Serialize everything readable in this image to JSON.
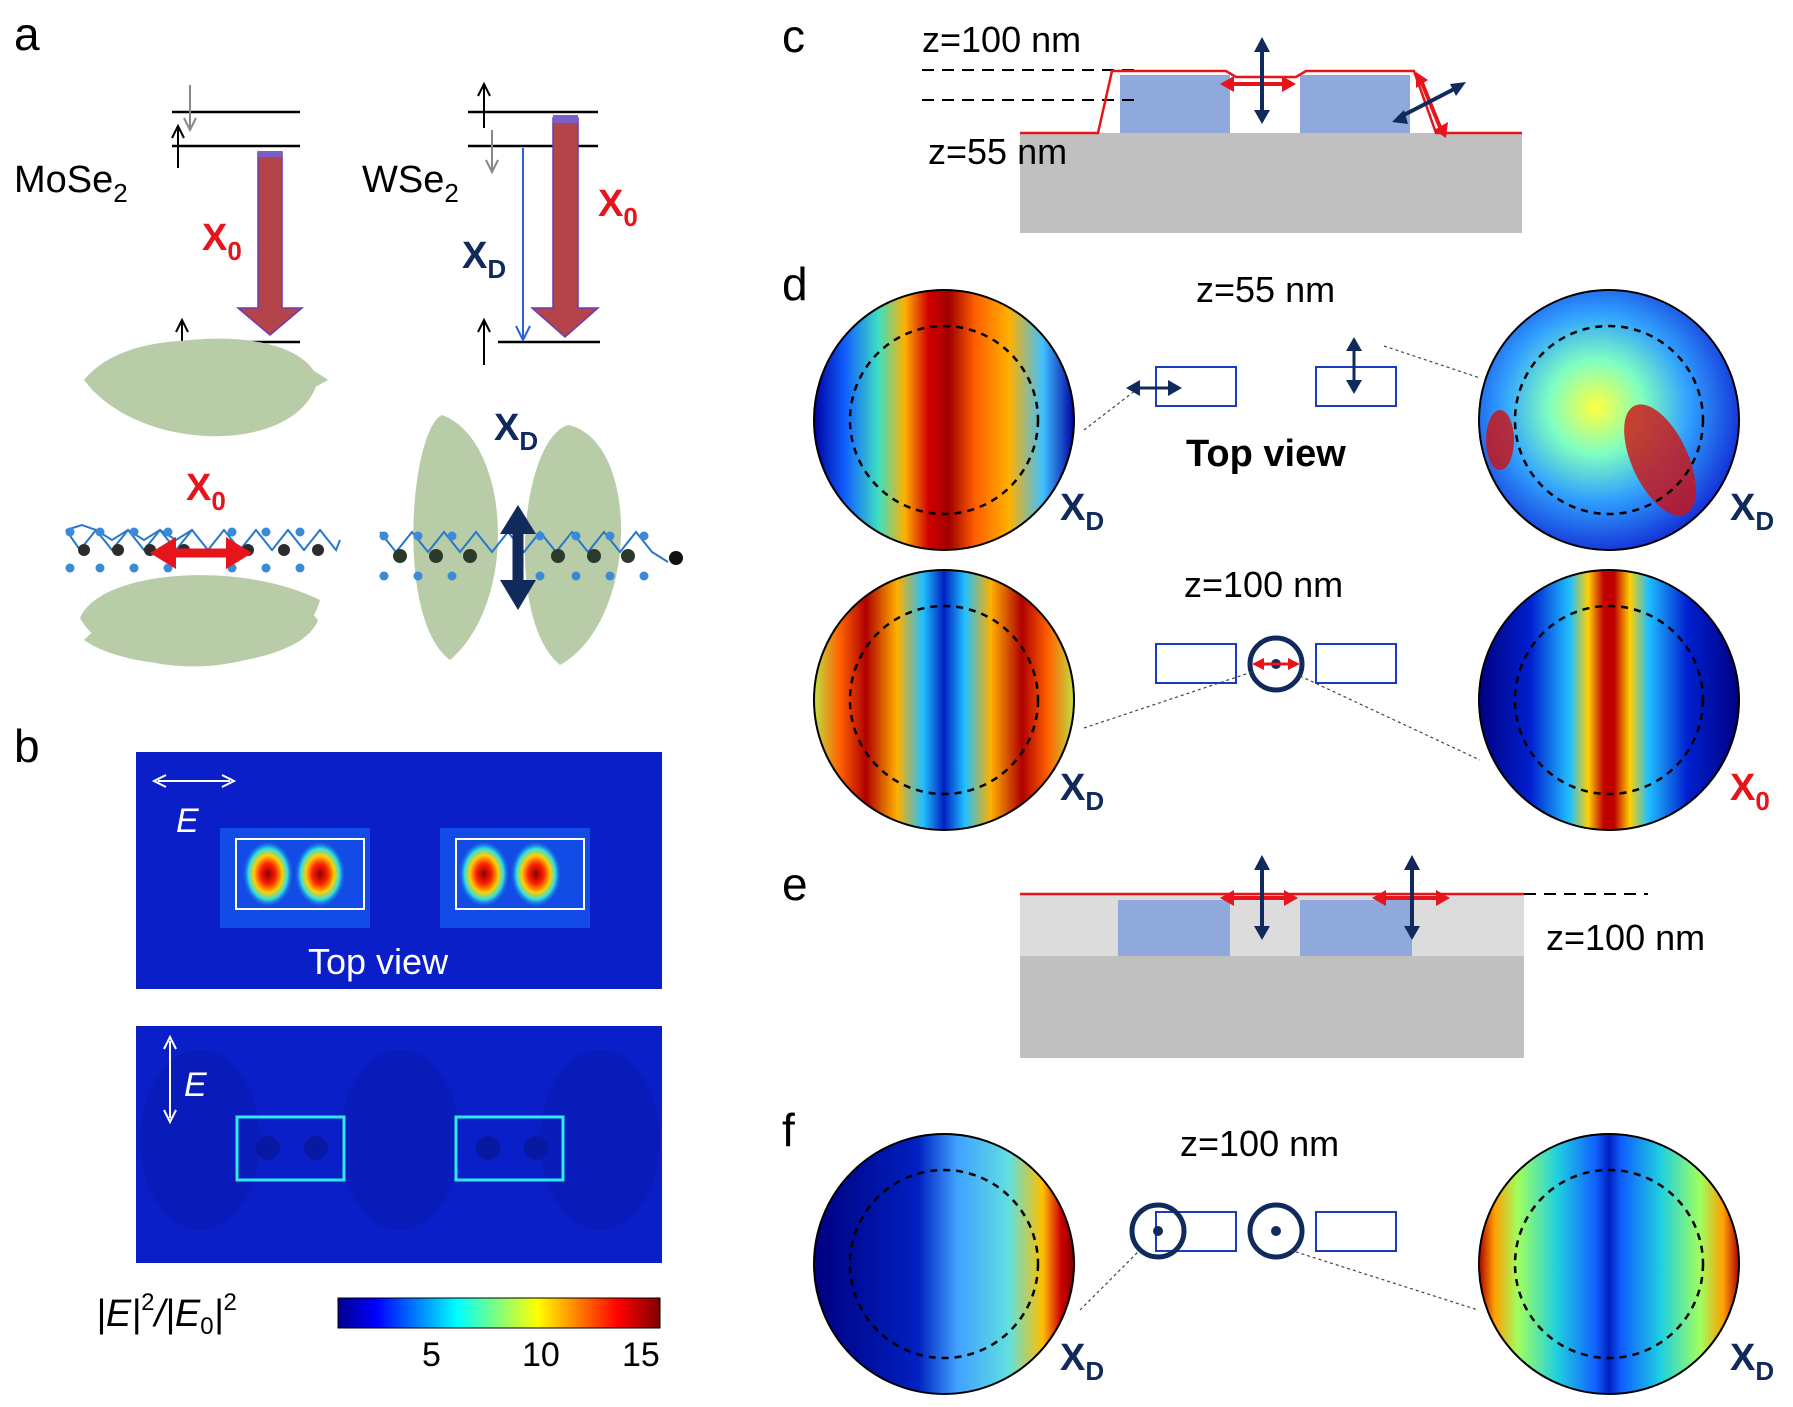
{
  "panels": {
    "a": {
      "letter": "a",
      "mose2": "MoSe",
      "mose2_sub": "2",
      "wse2": "WSe",
      "wse2_sub": "2",
      "x0_main": "X",
      "x0_sub": "0",
      "xd_main": "X",
      "xd_sub": "D"
    },
    "b": {
      "letter": "b",
      "field_label": "E",
      "top_view": "Top view",
      "colorbar_label_left": "|E|",
      "colorbar_label_exp": "2",
      "colorbar_label_mid": "/|E",
      "colorbar_label_sub": "0",
      "colorbar_label_end": "|",
      "colorbar_label_exp2": "2",
      "colorbar_ticks": [
        "5",
        "10",
        "15"
      ]
    },
    "c": {
      "letter": "c",
      "z_top": "z=100 nm",
      "z_bottom": "z=55 nm"
    },
    "d": {
      "letter": "d",
      "z_top": "z=55 nm",
      "top_view": "Top view",
      "z_bottom": "z=100 nm"
    },
    "e": {
      "letter": "e",
      "z_label": "z=100 nm"
    },
    "f": {
      "letter": "f",
      "z_label": "z=100 nm"
    }
  },
  "colors": {
    "exciton_x0": "#e8141b",
    "exciton_xd": "#102a5c",
    "pillar": "#8fa9dc",
    "substrate": "#c0c0c0",
    "lobe": "#b8cca8",
    "field_background": "#0a1fc8"
  }
}
